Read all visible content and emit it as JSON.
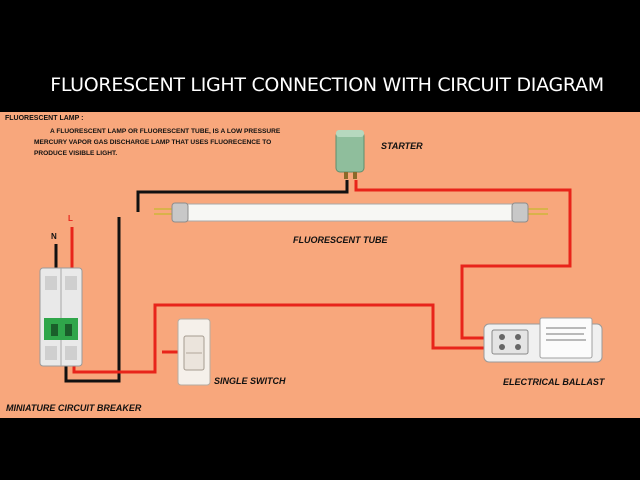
{
  "title": "FLUORESCENT LIGHT CONNECTION WITH CIRCUIT DIAGRAM",
  "description": {
    "heading": "FLUORESCENT LAMP :",
    "lines": [
      "A FLUORESCENT LAMP OR FLUORESCENT TUBE, IS A LOW PRESSURE",
      "MERCURY VAPOR GAS DISCHARGE LAMP THAT USES FLUORECENCE TO",
      "PRODUCE VISIBLE LIGHT."
    ]
  },
  "labels": {
    "starter": "STARTER",
    "tube": "FLUORESCENT TUBE",
    "switch": "SINGLE SWITCH",
    "ballast": "ELECTRICAL BALLAST",
    "breaker": "MINIATURE CIRCUIT BREAKER"
  },
  "terminals": {
    "live": "L",
    "neutral": "N"
  },
  "colors": {
    "background": "#000000",
    "panel": "#f8a77c",
    "live_wire": "#e8241a",
    "neutral_wire": "#111111",
    "live_label": "#e8241a"
  }
}
